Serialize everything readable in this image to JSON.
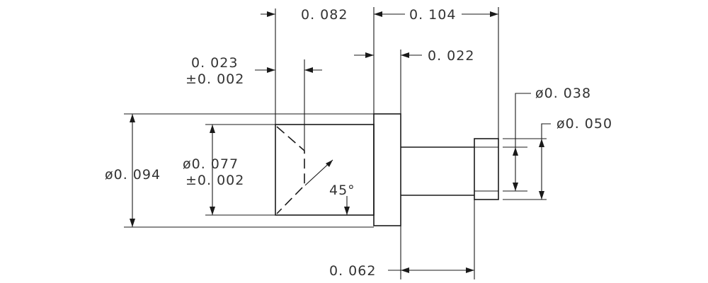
{
  "dimensions": {
    "total_length": "0. 104",
    "head_offset": "0. 082",
    "bore_depth_value": "0. 023",
    "bore_depth_tol": "±0. 002",
    "flange_width": "0. 022",
    "tail_dia": "ø0. 038",
    "collar_dia": "ø0. 050",
    "body_dia": "ø0. 094",
    "bore_dia_value": "ø0. 077",
    "bore_dia_tol": "±0. 002",
    "chamfer_angle": "45°",
    "shaft_length": "0. 062"
  },
  "colors": {
    "line": "#1a1a1a",
    "text": "#333333",
    "background": "#ffffff"
  }
}
